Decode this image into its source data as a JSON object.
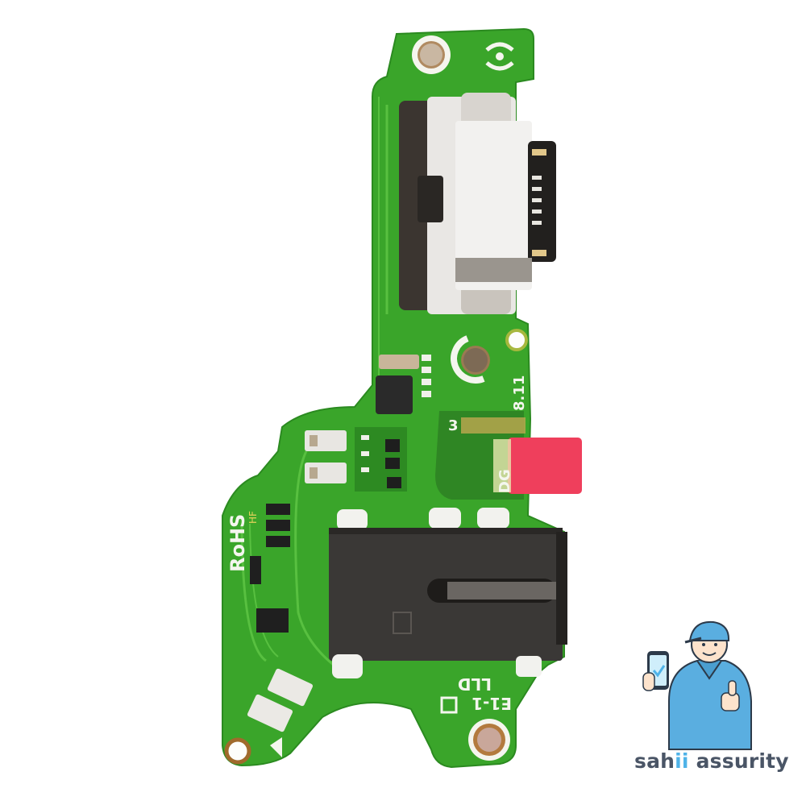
{
  "image": {
    "subject": "Charging port PCB board with USB Type-C connector and 3.5mm audio jack",
    "background_color": "#ffffff"
  },
  "board": {
    "pcb_color": "#3aa52a",
    "pcb_dark": "#2b8a20",
    "silkscreen": {
      "rohs_label": "RoHS",
      "hf_label": "HF",
      "version_label": "8.11",
      "digit_label": "3",
      "dg_label": "DG",
      "part_label": "LLD",
      "revision_label": "E1-1"
    },
    "components": {
      "usb_port": "usb-type-c-connector",
      "audio_jack": "3.5mm-headphone-jack",
      "sticker_color": "#ef3f5c"
    }
  },
  "logo": {
    "brand_prefix": "sah",
    "brand_highlight": "ii",
    "brand_suffix": " assurity",
    "accent_color": "#4fb3e8",
    "text_color": "#4a5566",
    "mascot": "technician-with-phone-thumbs-up"
  }
}
